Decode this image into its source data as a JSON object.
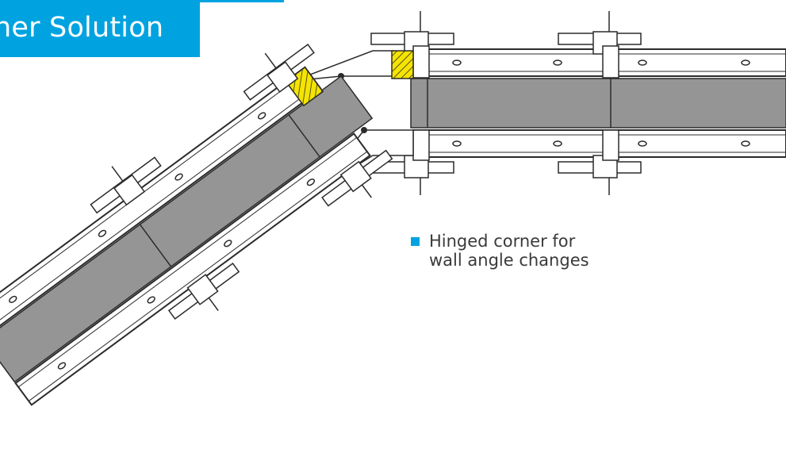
{
  "title": "ner Solution",
  "caption": {
    "line1": "Hinged corner for",
    "line2": "wall angle changes"
  },
  "colors": {
    "accent": "#00A3E0",
    "panel_fill": "#959595",
    "hatch": "#F5E400",
    "line": "#2b2b2b"
  }
}
